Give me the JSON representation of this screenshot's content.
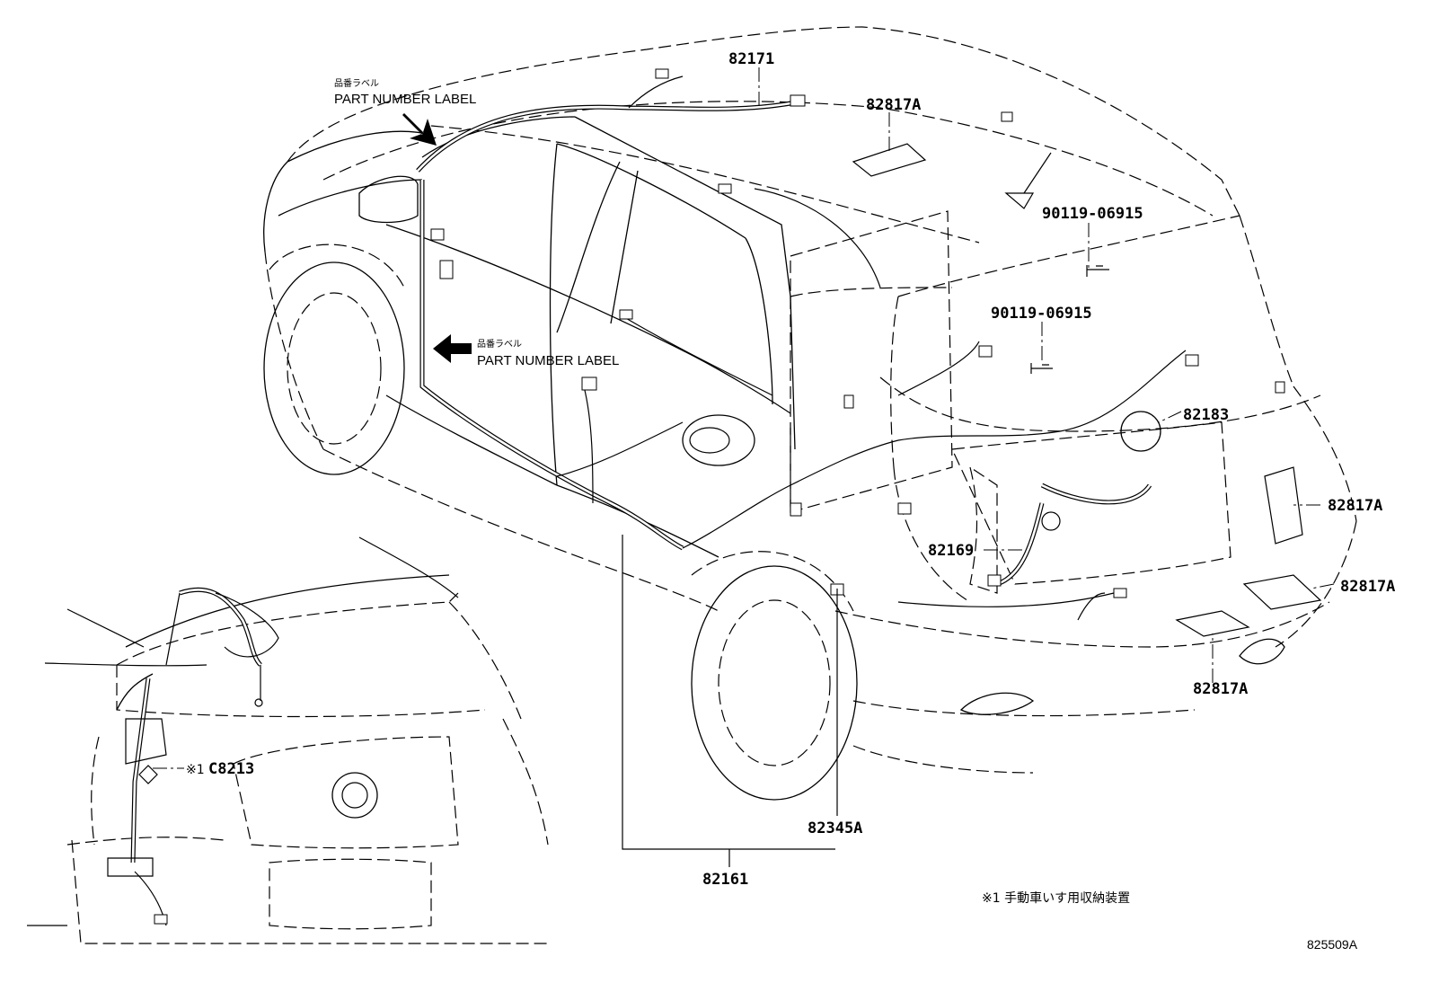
{
  "labels": {
    "p82171": "82171",
    "p82817a_roof": "82817A",
    "p90119_a": "90119-06915",
    "p90119_b": "90119-06915",
    "p82183": "82183",
    "p82817a_right": "82817A",
    "p82817a_right2": "82817A",
    "p82817a_bottom": "82817A",
    "p82169": "82169",
    "p82345a": "82345A",
    "p82161": "82161",
    "pC8213": "C8213",
    "c8213_mark": "※1",
    "label_jp_1": "品番ラベル",
    "label_en_1": "PART NUMBER LABEL",
    "label_jp_2": "品番ラベル",
    "label_en_2": "PART NUMBER LABEL",
    "footnote": "※1 手動車いす用収納装置",
    "diagram_code": "825509A"
  }
}
